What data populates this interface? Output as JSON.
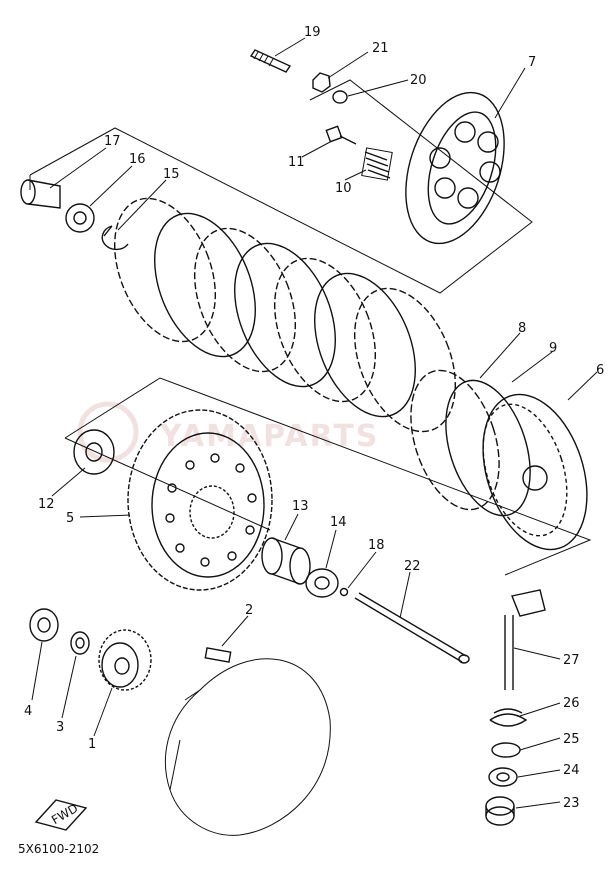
{
  "diagram": {
    "part_labels": [
      "1",
      "2",
      "3",
      "4",
      "5",
      "6",
      "7",
      "8",
      "9",
      "10",
      "11",
      "12",
      "13",
      "14",
      "15",
      "16",
      "17",
      "18",
      "19",
      "20",
      "21",
      "22",
      "23",
      "24",
      "25",
      "26",
      "27"
    ],
    "catalog_code": "5X6100-2102",
    "fwd_marker": "FWD",
    "watermark": "YAMAPARTS",
    "colors": {
      "line": "#111111",
      "background": "#ffffff",
      "watermark": "#e7c9c9"
    }
  }
}
